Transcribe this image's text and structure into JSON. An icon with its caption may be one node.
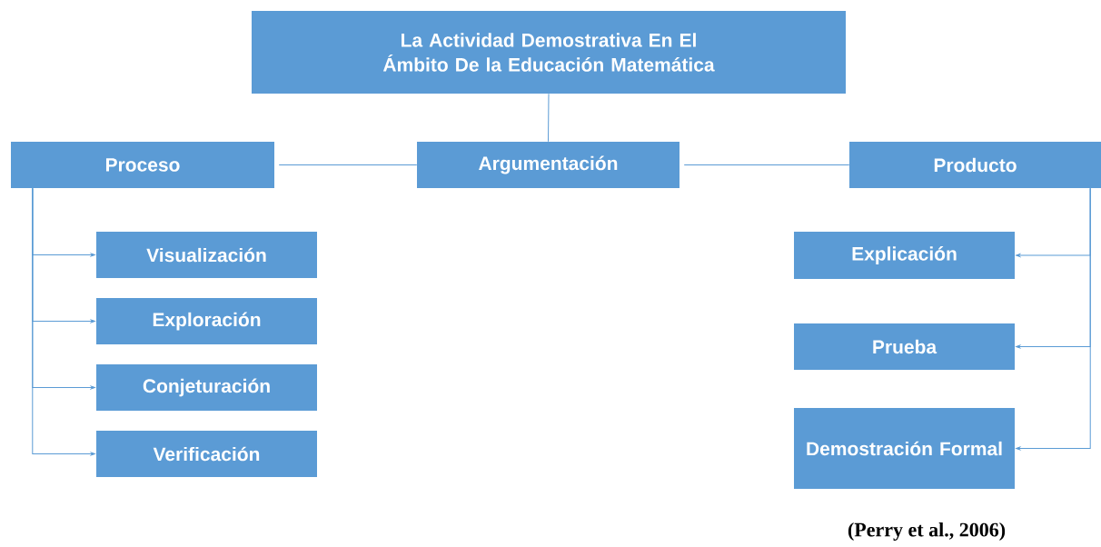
{
  "diagram": {
    "nodes": [
      {
        "text": [
          "La Actividad Demostrativa En El Ámbito De la Educación Matemática"
        ]
      },
      {
        "text": [
          "Proceso"
        ]
      },
      {
        "text": [
          "Argumentación"
        ]
      },
      {
        "text": [
          "Producto"
        ]
      },
      {
        "text": [
          "Visualización"
        ]
      },
      {
        "text": [
          "Exploración"
        ]
      },
      {
        "text": [
          "Conjeturación"
        ]
      },
      {
        "text": [
          "Verificación"
        ]
      },
      {
        "text": [
          "Explicación"
        ]
      },
      {
        "text": [
          "Prueba"
        ]
      },
      {
        "text": [
          "Demostración Formal"
        ]
      }
    ],
    "edges": [
      {
        "from": 0,
        "to": 2,
        "arrow": "none"
      },
      {
        "from": 1,
        "to": 2,
        "arrow": "none"
      },
      {
        "from": 2,
        "to": 3,
        "arrow": "none"
      },
      {
        "from": 1,
        "to": 4,
        "arrow": "to"
      },
      {
        "from": 1,
        "to": 5,
        "arrow": "to"
      },
      {
        "from": 1,
        "to": 6,
        "arrow": "to"
      },
      {
        "from": 1,
        "to": 7,
        "arrow": "to"
      },
      {
        "from": 3,
        "to": 8,
        "arrow": "to"
      },
      {
        "from": 3,
        "to": 9,
        "arrow": "to"
      },
      {
        "from": 3,
        "to": 10,
        "arrow": "to"
      }
    ],
    "labels": [
      "(Perry et al., 2006)"
    ]
  }
}
